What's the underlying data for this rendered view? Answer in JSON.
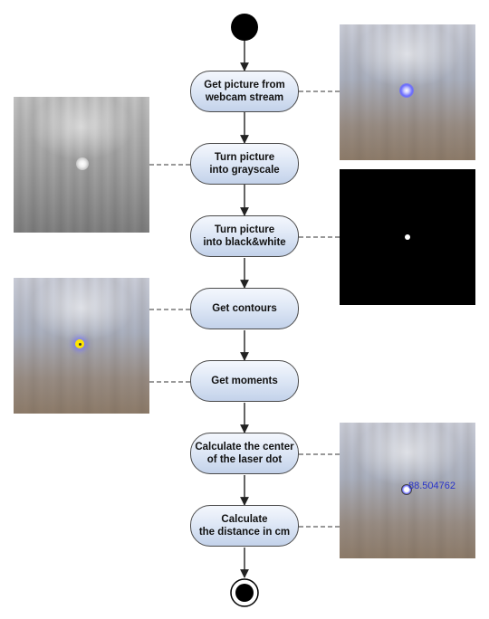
{
  "nodes": [
    {
      "label": "Get picture from\nwebcam stream"
    },
    {
      "label": "Turn picture\ninto grayscale"
    },
    {
      "label": "Turn picture\ninto black&white"
    },
    {
      "label": "Get contours"
    },
    {
      "label": "Get moments"
    },
    {
      "label": "Calculate the center\nof the laser dot"
    },
    {
      "label": "Calculate\nthe distance in cm"
    }
  ],
  "images": {
    "webcam": {
      "kind": "webcam-photo",
      "laser_dot_color": "#6a6cff"
    },
    "grayscale": {
      "kind": "grayscale-photo"
    },
    "blackwhite": {
      "kind": "black-and-white-threshold"
    },
    "contours": {
      "kind": "webcam-photo",
      "contour_color": "#ffe600"
    },
    "distance": {
      "kind": "webcam-photo",
      "distance_text": "88.504762",
      "text_color": "#2833c9"
    }
  },
  "colors": {
    "node_fill_top": "#f4f7fd",
    "node_fill_bottom": "#c3d2ea",
    "line": "#222222"
  }
}
